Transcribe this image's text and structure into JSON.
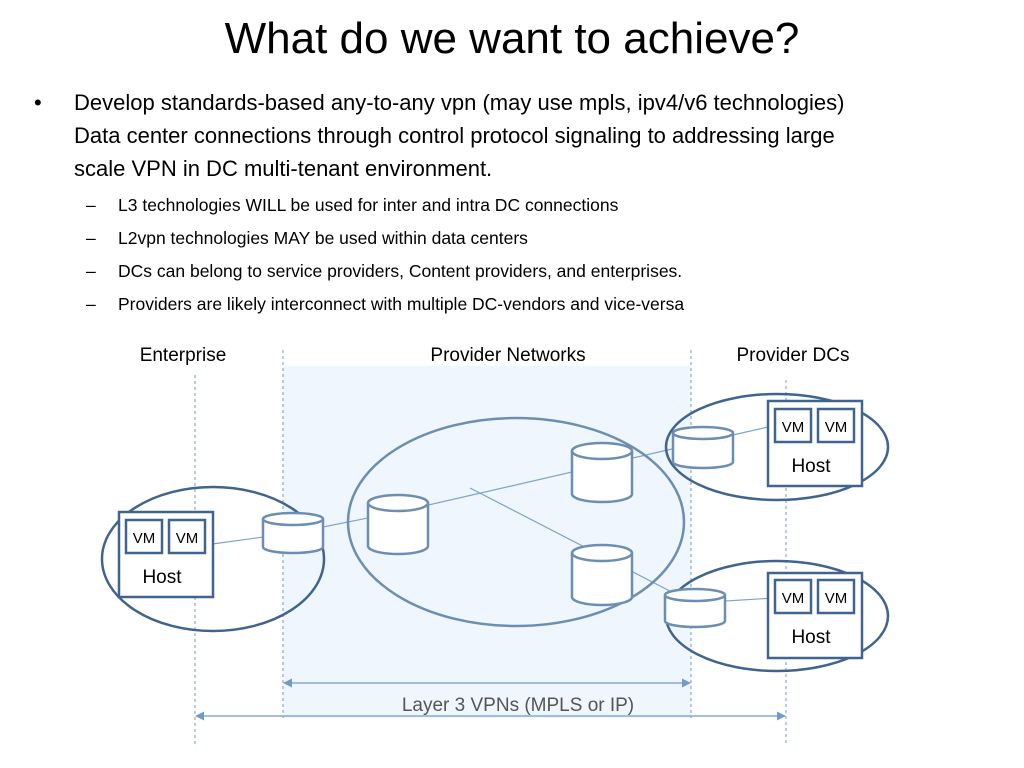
{
  "slide": {
    "title": "What do we want to achieve?",
    "bullet_char": "•",
    "sub_bullet_char": "–",
    "main_bullet_lines": [
      "Develop standards-based any-to-any vpn  (may use mpls, ipv4/v6 technologies)",
      "Data center connections through control protocol signaling to addressing large",
      "scale VPN in DC multi-tenant environment."
    ],
    "sub_bullets": [
      "L3 technologies WILL be used for inter and intra DC connections",
      "L2vpn technologies MAY be used within data centers",
      "DCs can belong to service providers, Content providers, and enterprises.",
      "Providers are likely interconnect with multiple DC-vendors and vice-versa"
    ]
  },
  "diagram": {
    "section_labels": {
      "enterprise": "Enterprise",
      "provider_networks": "Provider Networks",
      "provider_dcs": "Provider DCs"
    },
    "vm_label": "VM",
    "host_label": "Host",
    "layer3_label": "Layer 3 VPNs (MPLS or IP)",
    "colors": {
      "stroke": "#41648F",
      "cylinder": "#6B8EB2",
      "band": "#EFF6FD",
      "guide": "#6F9BC9",
      "link": "#7EA3C9"
    }
  }
}
